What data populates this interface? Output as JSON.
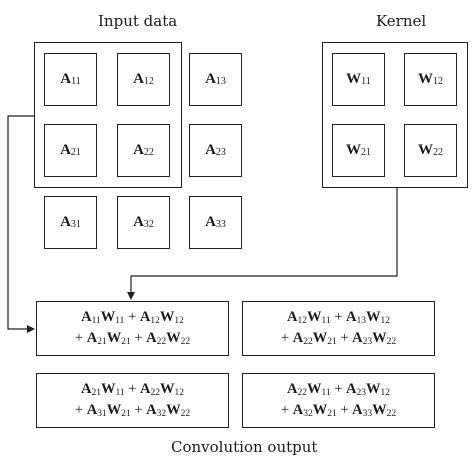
{
  "labels": {
    "input_title": "Input data",
    "kernel_title": "Kernel",
    "output_title": "Convolution output"
  },
  "input_cells": [
    {
      "id": "a11",
      "sym": "A",
      "sub": "11"
    },
    {
      "id": "a12",
      "sym": "A",
      "sub": "12"
    },
    {
      "id": "a13",
      "sym": "A",
      "sub": "13"
    },
    {
      "id": "a21",
      "sym": "A",
      "sub": "21"
    },
    {
      "id": "a22",
      "sym": "A",
      "sub": "22"
    },
    {
      "id": "a23",
      "sym": "A",
      "sub": "23"
    },
    {
      "id": "a31",
      "sym": "A",
      "sub": "31"
    },
    {
      "id": "a32",
      "sym": "A",
      "sub": "32"
    },
    {
      "id": "a33",
      "sym": "A",
      "sub": "33"
    }
  ],
  "kernel_cells": [
    {
      "id": "w11",
      "sym": "W",
      "sub": "11"
    },
    {
      "id": "w12",
      "sym": "W",
      "sub": "12"
    },
    {
      "id": "w21",
      "sym": "W",
      "sub": "21"
    },
    {
      "id": "w22",
      "sym": "W",
      "sub": "22"
    }
  ],
  "outputs": [
    {
      "id": "out-11",
      "line1": [
        {
          "s": "A",
          "d": "11"
        },
        {
          "s": "W",
          "d": "11"
        },
        {
          "op": " + "
        },
        {
          "s": "A",
          "d": "12"
        },
        {
          "s": "W",
          "d": "12"
        }
      ],
      "line2": [
        {
          "op": "+ "
        },
        {
          "s": "A",
          "d": "21"
        },
        {
          "s": "W",
          "d": "21"
        },
        {
          "op": " + "
        },
        {
          "s": "A",
          "d": "22"
        },
        {
          "s": "W",
          "d": "22"
        }
      ]
    },
    {
      "id": "out-12",
      "line1": [
        {
          "s": "A",
          "d": "12"
        },
        {
          "s": "W",
          "d": "11"
        },
        {
          "op": " + "
        },
        {
          "s": "A",
          "d": "13"
        },
        {
          "s": "W",
          "d": "12"
        }
      ],
      "line2": [
        {
          "op": "+ "
        },
        {
          "s": "A",
          "d": "22"
        },
        {
          "s": "W",
          "d": "21"
        },
        {
          "op": " + "
        },
        {
          "s": "A",
          "d": "23"
        },
        {
          "s": "W",
          "d": "22"
        }
      ]
    },
    {
      "id": "out-21",
      "line1": [
        {
          "s": "A",
          "d": "21"
        },
        {
          "s": "W",
          "d": "11"
        },
        {
          "op": " + "
        },
        {
          "s": "A",
          "d": "22"
        },
        {
          "s": "W",
          "d": "12"
        }
      ],
      "line2": [
        {
          "op": "+ "
        },
        {
          "s": "A",
          "d": "31"
        },
        {
          "s": "W",
          "d": "21"
        },
        {
          "op": " + "
        },
        {
          "s": "A",
          "d": "32"
        },
        {
          "s": "W",
          "d": "22"
        }
      ]
    },
    {
      "id": "out-22",
      "line1": [
        {
          "s": "A",
          "d": "22"
        },
        {
          "s": "W",
          "d": "11"
        },
        {
          "op": " + "
        },
        {
          "s": "A",
          "d": "23"
        },
        {
          "s": "W",
          "d": "12"
        }
      ],
      "line2": [
        {
          "op": "+ "
        },
        {
          "s": "A",
          "d": "32"
        },
        {
          "s": "W",
          "d": "21"
        },
        {
          "op": " + "
        },
        {
          "s": "A",
          "d": "33"
        },
        {
          "s": "W",
          "d": "22"
        }
      ]
    }
  ]
}
